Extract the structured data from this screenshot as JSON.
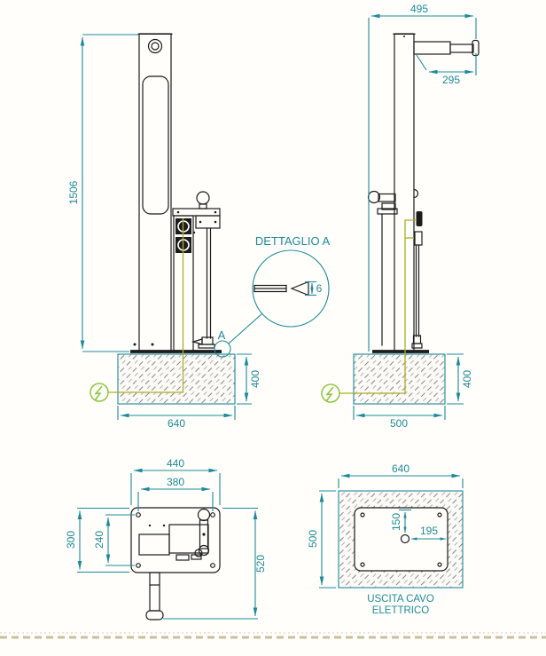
{
  "colors": {
    "dimension_teal": "#1d8a9b",
    "drawing_black": "#1c1c1e",
    "electric_green": "#8cc63f",
    "cable_olive": "#aeae25",
    "border_tan": "#c9bfa0"
  },
  "front_view": {
    "height": "1506",
    "base_width": "640",
    "base_depth": "400"
  },
  "side_view": {
    "overall_width": "495",
    "arm_length": "295",
    "base_width": "500",
    "base_depth": "400"
  },
  "plan_view": {
    "overall_width": "440",
    "bolt_spacing_w": "380",
    "overall_depth": "300",
    "bolt_spacing_d": "240",
    "total_depth": "520"
  },
  "foundation_view": {
    "width": "640",
    "depth": "500",
    "cable_offset_v": "150",
    "cable_offset_h": "195",
    "note_line1": "USCITA CAVO",
    "note_line2": "ELETTRICO"
  },
  "detail": {
    "title": "DETTAGLIO A",
    "marker": "A",
    "thickness": "6"
  }
}
